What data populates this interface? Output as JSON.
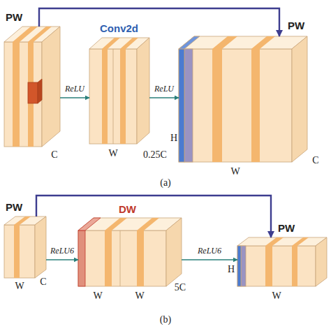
{
  "diagram": {
    "nodes": [
      {
        "text": [
          "PW"
        ]
      },
      {
        "text": [
          "Conv2d"
        ]
      },
      {
        "text": [
          "PW"
        ]
      },
      {
        "text": [
          "PW"
        ]
      },
      {
        "text": [
          "DW"
        ]
      },
      {
        "text": [
          "PW"
        ]
      }
    ],
    "edges": [
      {
        "from": 0,
        "to": 1,
        "label": "ReLU",
        "arrow": "to"
      },
      {
        "from": 1,
        "to": 2,
        "label": "ReLU",
        "arrow": "to"
      },
      {
        "from": 0,
        "to": 2,
        "arrow": "to"
      },
      {
        "from": 3,
        "to": 4,
        "label": "ReLU6",
        "arrow": "to"
      },
      {
        "from": 4,
        "to": 5,
        "label": "ReLU6",
        "arrow": "to"
      },
      {
        "from": 3,
        "to": 5,
        "arrow": "to"
      }
    ],
    "labels": [
      "C",
      "W",
      "0.25C",
      "H",
      "W",
      "C",
      "(a)",
      "W",
      "C",
      "W",
      "W",
      "5C",
      "H",
      "W",
      "(b)"
    ]
  }
}
